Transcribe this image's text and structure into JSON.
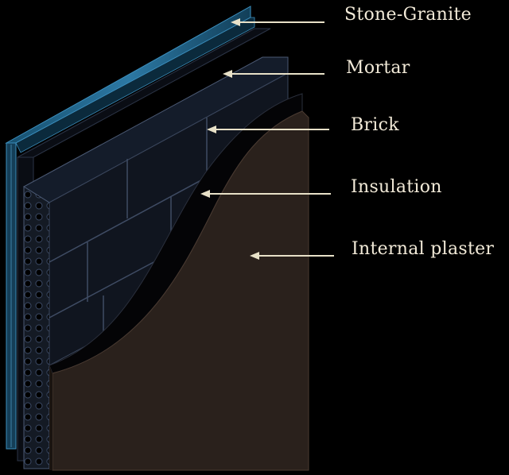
{
  "labels": {
    "stone_granite": "Stone-Granite",
    "mortar": "Mortar",
    "brick": "Brick",
    "insulation": "Insulation",
    "internal_plaster": "Internal plaster"
  },
  "colors": {
    "background": "#000000",
    "stone_granite": "#1c5d82",
    "mortar": "#0c0f18",
    "brick": "#141c2a",
    "insulation": "#050508",
    "internal_plaster": "#2a211c",
    "label_text": "#f2ead8",
    "arrow": "#e8e1c8"
  }
}
